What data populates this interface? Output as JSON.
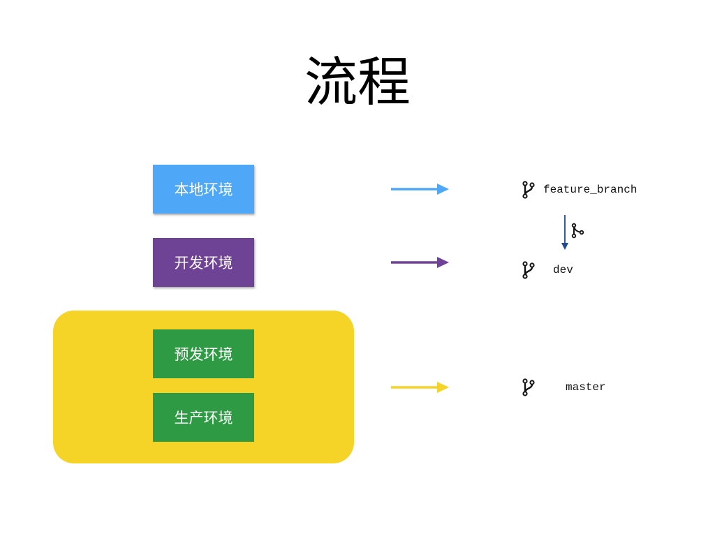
{
  "title": "流程",
  "environments": [
    {
      "id": "local",
      "label": "本地环境",
      "color": "#4fa8f7"
    },
    {
      "id": "dev",
      "label": "开发环境",
      "color": "#6e4294"
    },
    {
      "id": "pre",
      "label": "预发环境",
      "color": "#2f9a44"
    },
    {
      "id": "prod",
      "label": "生产环境",
      "color": "#2f9a44"
    }
  ],
  "group_color": "#f5d327",
  "arrows": [
    {
      "from": "本地环境",
      "to": "feature_branch",
      "color": "#4fa8f7"
    },
    {
      "from": "开发环境",
      "to": "dev",
      "color": "#6e4294"
    },
    {
      "from": "预发环境 / 生产环境",
      "to": "master",
      "color": "#f5d327"
    }
  ],
  "branches": [
    {
      "name": "feature_branch",
      "icon": "git-branch-icon"
    },
    {
      "name": "dev",
      "icon": "git-branch-icon"
    },
    {
      "name": "master",
      "icon": "git-branch-icon"
    }
  ],
  "merge": {
    "from": "feature_branch",
    "to": "dev",
    "icon": "git-merge-icon",
    "color": "#1f4a8c"
  }
}
